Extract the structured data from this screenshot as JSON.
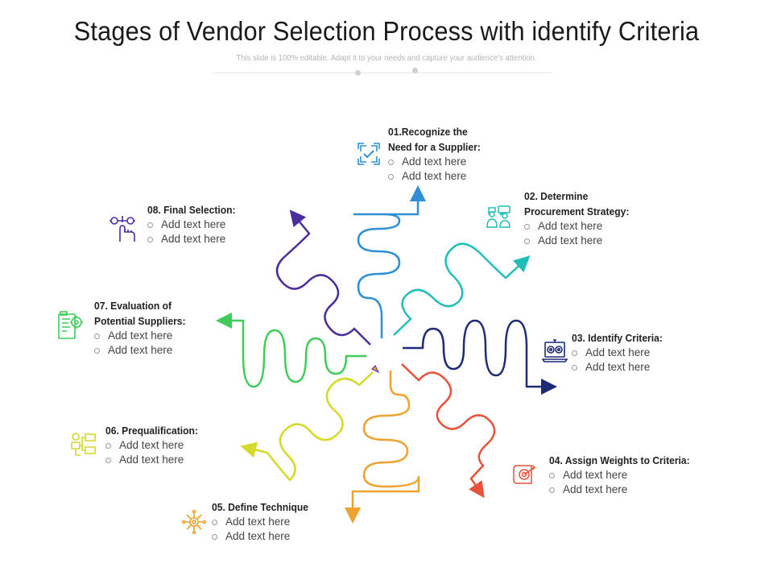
{
  "title": "Stages of Vendor Selection Process with identify Criteria",
  "subtitle": "This slide is 100% editable. Adapt it to your needs and capture your audience's attention.",
  "stages": [
    {
      "heading": [
        "01.Recognize the",
        "Need for a Supplier:"
      ],
      "bullets": [
        "Add text here",
        "Add text here"
      ],
      "color": "#2E8FD6",
      "icon": "checkmark-scan-icon"
    },
    {
      "heading": [
        "02. Determine",
        "Procurement Strategy:"
      ],
      "bullets": [
        "Add text here",
        "Add text here"
      ],
      "color": "#1FBFB8",
      "icon": "team-strategy-icon"
    },
    {
      "heading": [
        "03. Identify Criteria:"
      ],
      "bullets": [
        "Add text here",
        "Add text here"
      ],
      "color": "#1E2A78",
      "icon": "laptop-gears-icon"
    },
    {
      "heading": [
        "04. Assign Weights to Criteria:"
      ],
      "bullets": [
        "Add text here",
        "Add text here"
      ],
      "color": "#E8513A",
      "icon": "target-scroll-icon"
    },
    {
      "heading": [
        "05. Define Technique"
      ],
      "bullets": [
        "Add text here",
        "Add text here"
      ],
      "color": "#F0A22E",
      "icon": "network-gear-icon"
    },
    {
      "heading": [
        "06. Prequalification:"
      ],
      "bullets": [
        "Add text here",
        "Add text here"
      ],
      "color": "#D4D92A",
      "icon": "flowchart-icon"
    },
    {
      "heading": [
        "07. Evaluation of",
        "Potential Suppliers:"
      ],
      "bullets": [
        "Add text here",
        "Add text here"
      ],
      "color": "#3FCC5A",
      "icon": "document-gear-icon"
    },
    {
      "heading": [
        "08. Final Selection:"
      ],
      "bullets": [
        "Add text here",
        "Add text here"
      ],
      "color": "#4B2E9E",
      "icon": "hand-click-icon"
    }
  ]
}
